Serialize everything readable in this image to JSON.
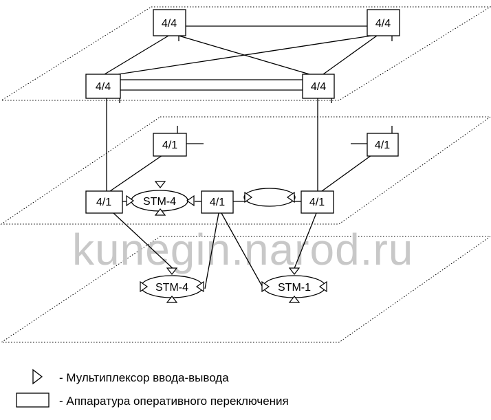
{
  "watermark": "kunegin.narod.ru",
  "nodes": {
    "top_left": "4/4",
    "top_right": "4/4",
    "mid_left": "4/4",
    "mid_right": "4/4",
    "access_upper_left": "4/1",
    "access_upper_right": "4/1",
    "access_left": "4/1",
    "access_center": "4/1",
    "access_right": "4/1"
  },
  "rings": {
    "upper_left": "STM-4",
    "upper_right": "",
    "lower_left": "STM-4",
    "lower_right": "STM-1"
  },
  "legend": {
    "mux_text": "- Мультиплексор ввода-вывода",
    "xc_text": "- Аппаратура оперативного переключения",
    "mux_icon": "triangle-marker",
    "xc_icon": "rectangle-box"
  }
}
